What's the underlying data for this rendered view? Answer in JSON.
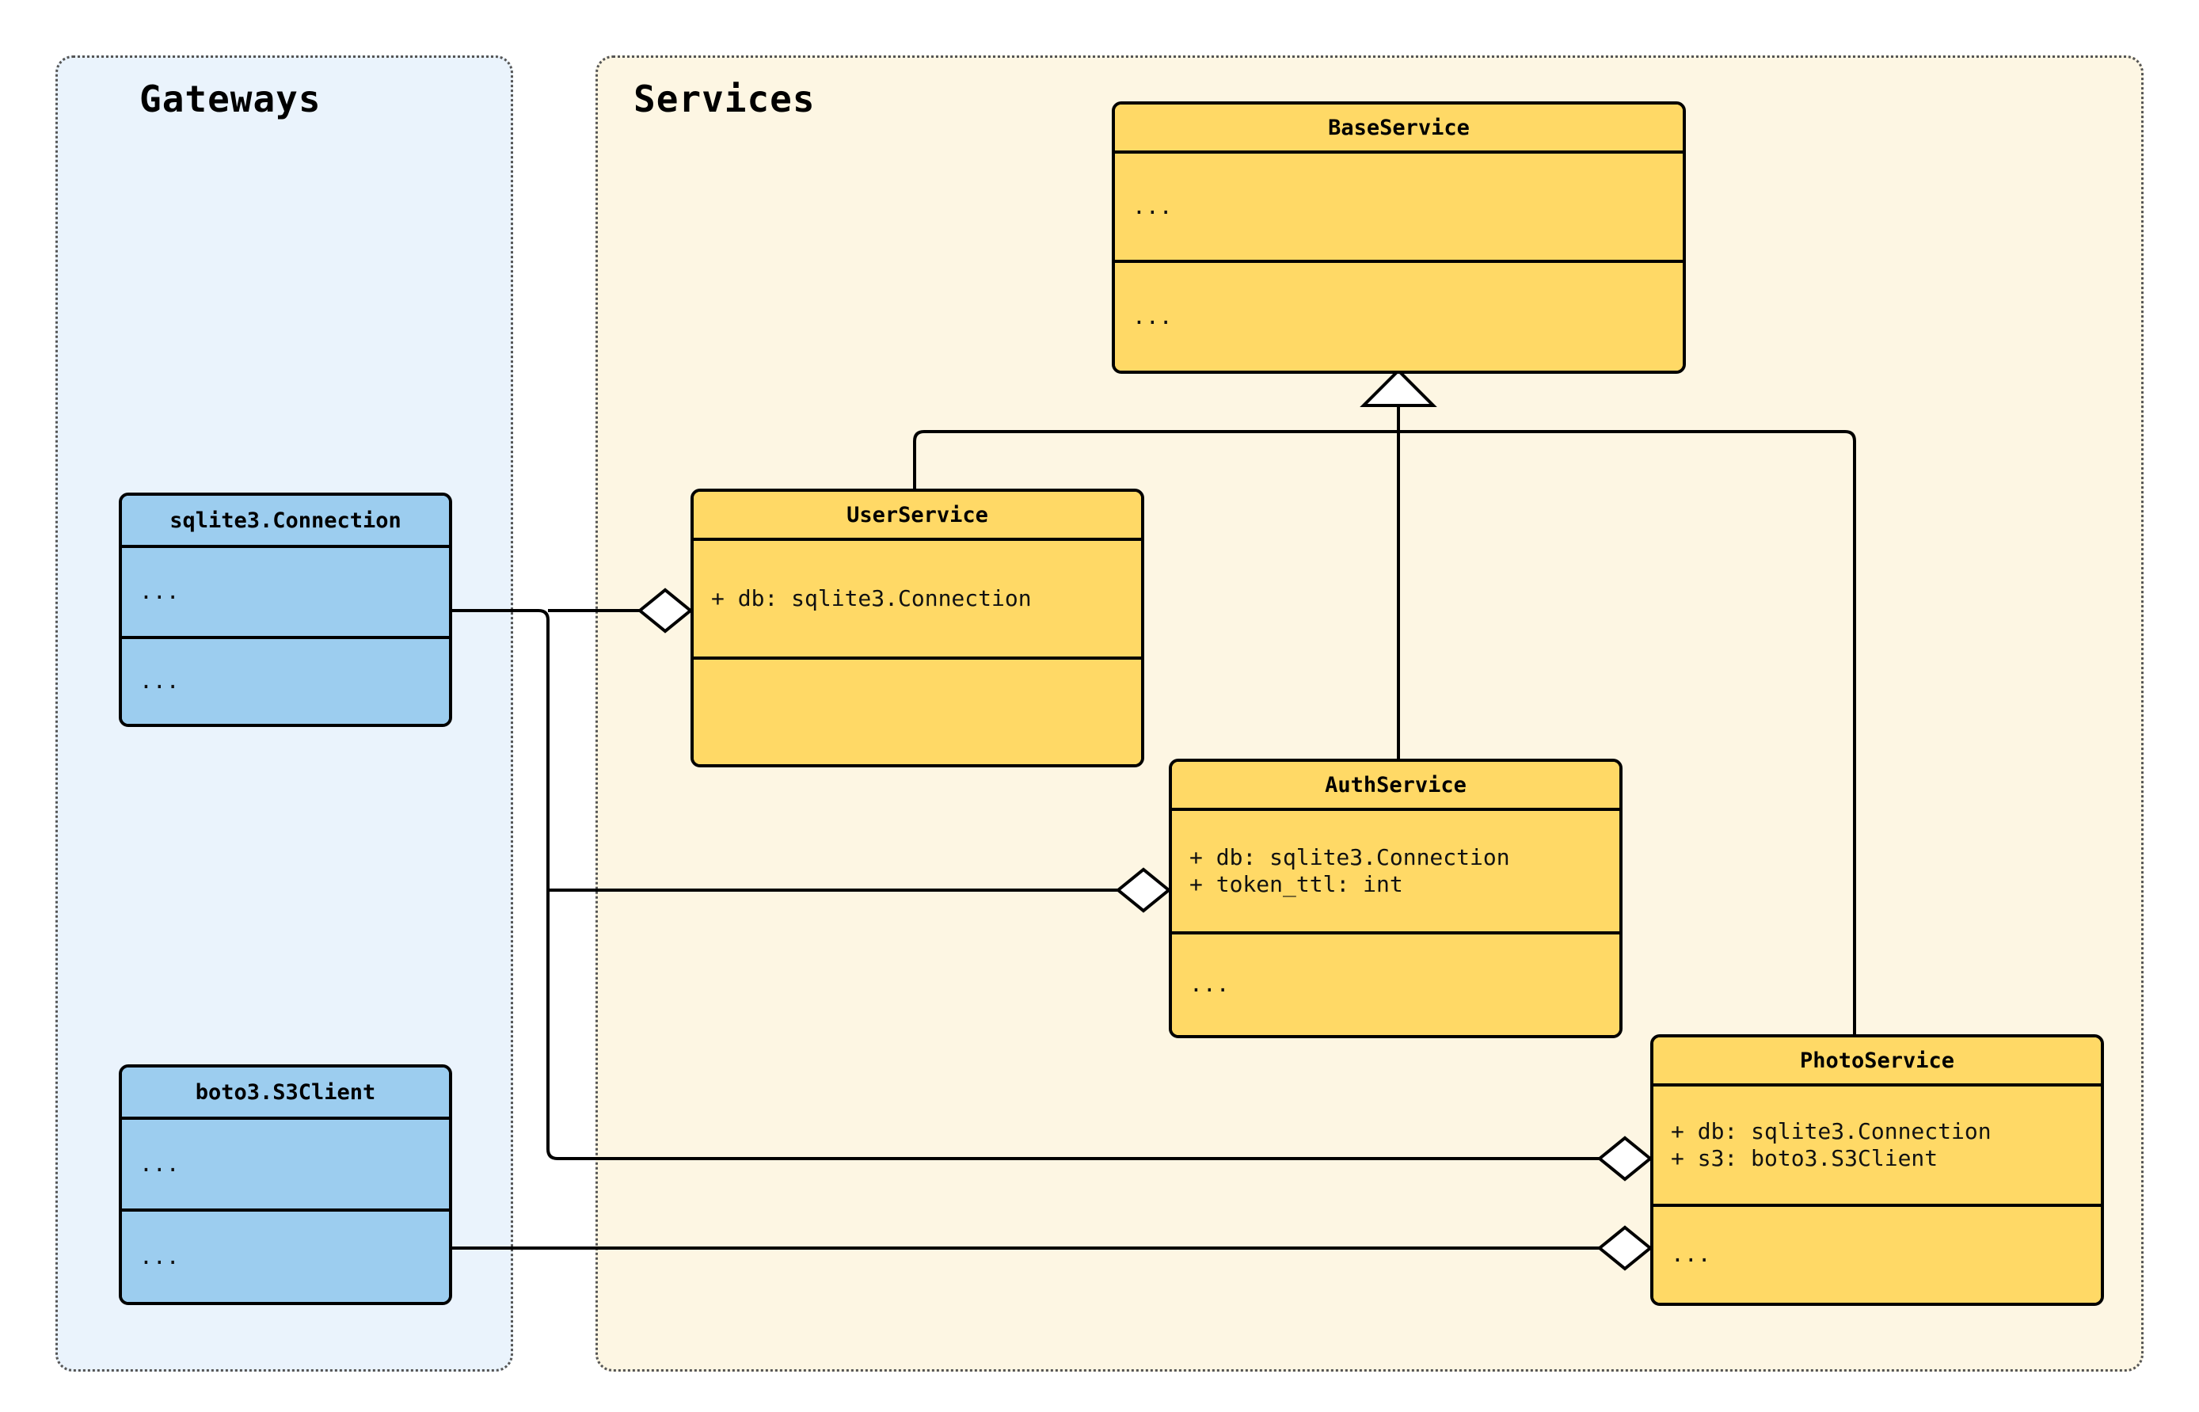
{
  "diagram": {
    "kind": "uml-class-diagram",
    "colors": {
      "gateway_package_bg": "#EAF3FC",
      "service_package_bg": "#FDF6E3",
      "gateway_class_fill": "#9CCDEF",
      "service_class_fill": "#FFD966",
      "stroke": "#000000",
      "package_border": "#555555"
    }
  },
  "packages": [
    {
      "id": "gateways",
      "title": "Gateways"
    },
    {
      "id": "services",
      "title": "Services"
    }
  ],
  "classes": {
    "sqlite_connection": {
      "name": "sqlite3.Connection",
      "attributes": [
        "..."
      ],
      "methods": [
        "..."
      ]
    },
    "boto3_s3client": {
      "name": "boto3.S3Client",
      "attributes": [
        "..."
      ],
      "methods": [
        "..."
      ]
    },
    "base_service": {
      "name": "BaseService",
      "attributes": [
        "..."
      ],
      "methods": [
        "..."
      ]
    },
    "user_service": {
      "name": "UserService",
      "attributes": [
        "+ db: sqlite3.Connection"
      ],
      "methods": [
        ""
      ]
    },
    "auth_service": {
      "name": "AuthService",
      "attributes": [
        "+ db: sqlite3.Connection",
        "+ token_ttl: int"
      ],
      "methods": [
        "..."
      ]
    },
    "photo_service": {
      "name": "PhotoService",
      "attributes": [
        "+ db: sqlite3.Connection",
        "+ s3: boto3.S3Client"
      ],
      "methods": [
        "..."
      ]
    }
  },
  "relationships": [
    {
      "type": "generalization",
      "from": "UserService",
      "to": "BaseService"
    },
    {
      "type": "generalization",
      "from": "AuthService",
      "to": "BaseService"
    },
    {
      "type": "generalization",
      "from": "PhotoService",
      "to": "BaseService"
    },
    {
      "type": "aggregation",
      "from": "UserService",
      "to": "sqlite3.Connection"
    },
    {
      "type": "aggregation",
      "from": "AuthService",
      "to": "sqlite3.Connection"
    },
    {
      "type": "aggregation",
      "from": "PhotoService",
      "to": "sqlite3.Connection"
    },
    {
      "type": "aggregation",
      "from": "PhotoService",
      "to": "boto3.S3Client"
    }
  ]
}
